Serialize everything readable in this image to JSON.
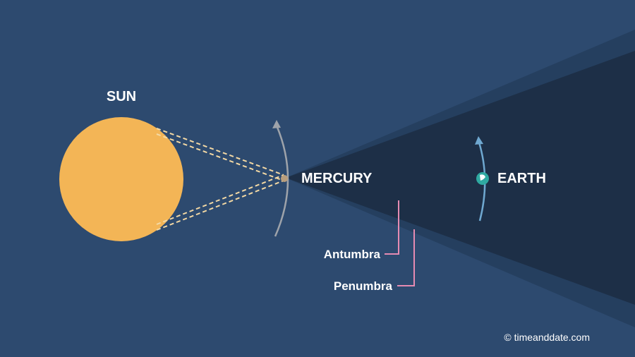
{
  "labels": {
    "sun": "SUN",
    "mercury": "MERCURY",
    "earth": "EARTH",
    "antumbra": "Antumbra",
    "penumbra": "Penumbra"
  },
  "credit": "© timeanddate.com",
  "colors": {
    "background": "#2d4a6f",
    "penumbra": "#253f5f",
    "antumbra": "#1d2f47",
    "sun": "#f3b556",
    "sun_rays": "#f4d9a4",
    "mercury": "#b99e7d",
    "mercury_orbit": "#9ea3aa",
    "earth": "#2fa9a1",
    "earth_orbit": "#6fa8d0",
    "bracket": "#e58bb2"
  },
  "icons": {
    "sun": "sun-circle",
    "mercury": "mercury-dot",
    "earth": "earth-globe",
    "orbit_arrow": "arrow-up-icon"
  }
}
